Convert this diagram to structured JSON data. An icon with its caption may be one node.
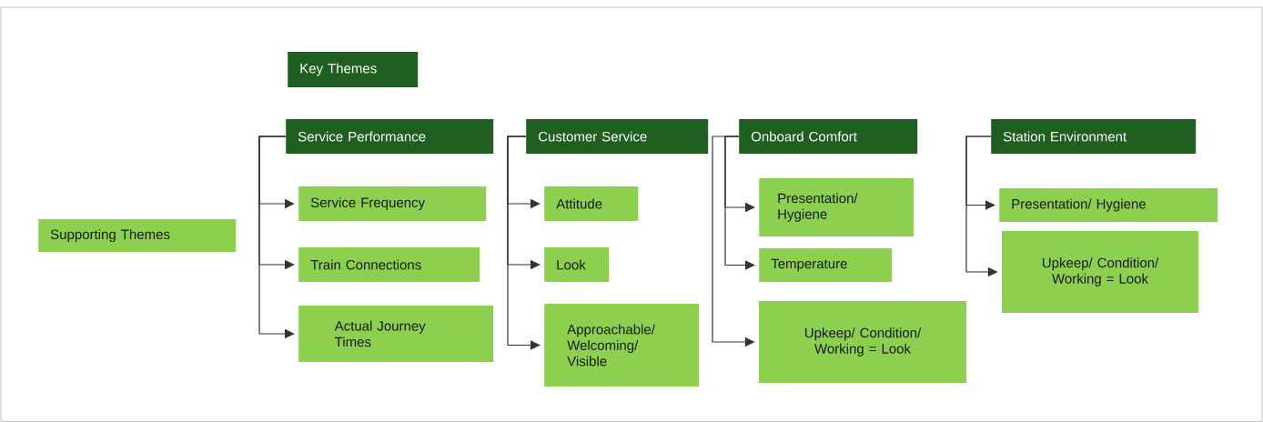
{
  "diagram": {
    "nodes": [
      {
        "text": [
          "Key Themes"
        ]
      },
      {
        "text": [
          "Supporting Themes"
        ]
      },
      {
        "text": [
          "Service Performance"
        ]
      },
      {
        "text": [
          "Service Frequency"
        ]
      },
      {
        "text": [
          "Train Connections"
        ]
      },
      {
        "text": [
          "Actual Journey Times"
        ]
      },
      {
        "text": [
          "Customer Service"
        ]
      },
      {
        "text": [
          "Attitude"
        ]
      },
      {
        "text": [
          "Look"
        ]
      },
      {
        "text": [
          "Approachable/ Welcoming/ Visible"
        ]
      },
      {
        "text": [
          "Onboard Comfort"
        ]
      },
      {
        "text": [
          "Presentation/ Hygiene"
        ]
      },
      {
        "text": [
          "Temperature"
        ]
      },
      {
        "text": [
          "Upkeep/ Condition/ Working = Look"
        ]
      },
      {
        "text": [
          "Station Environment"
        ]
      },
      {
        "text": [
          "Presentation/ Hygiene"
        ]
      },
      {
        "text": [
          "Upkeep/ Condition/ Working = Look"
        ]
      }
    ],
    "edges": [
      {
        "from": 2,
        "to": 3,
        "arrow": "to"
      },
      {
        "from": 2,
        "to": 4,
        "arrow": "to"
      },
      {
        "from": 2,
        "to": 5,
        "arrow": "to"
      },
      {
        "from": 6,
        "to": 7,
        "arrow": "to"
      },
      {
        "from": 6,
        "to": 8,
        "arrow": "to"
      },
      {
        "from": 6,
        "to": 9,
        "arrow": "to"
      },
      {
        "from": 10,
        "to": 11,
        "arrow": "to"
      },
      {
        "from": 10,
        "to": 12,
        "arrow": "to"
      },
      {
        "from": 10,
        "to": 13,
        "arrow": "to"
      },
      {
        "from": 14,
        "to": 15,
        "arrow": "to"
      },
      {
        "from": 14,
        "to": 16,
        "arrow": "to"
      }
    ]
  }
}
